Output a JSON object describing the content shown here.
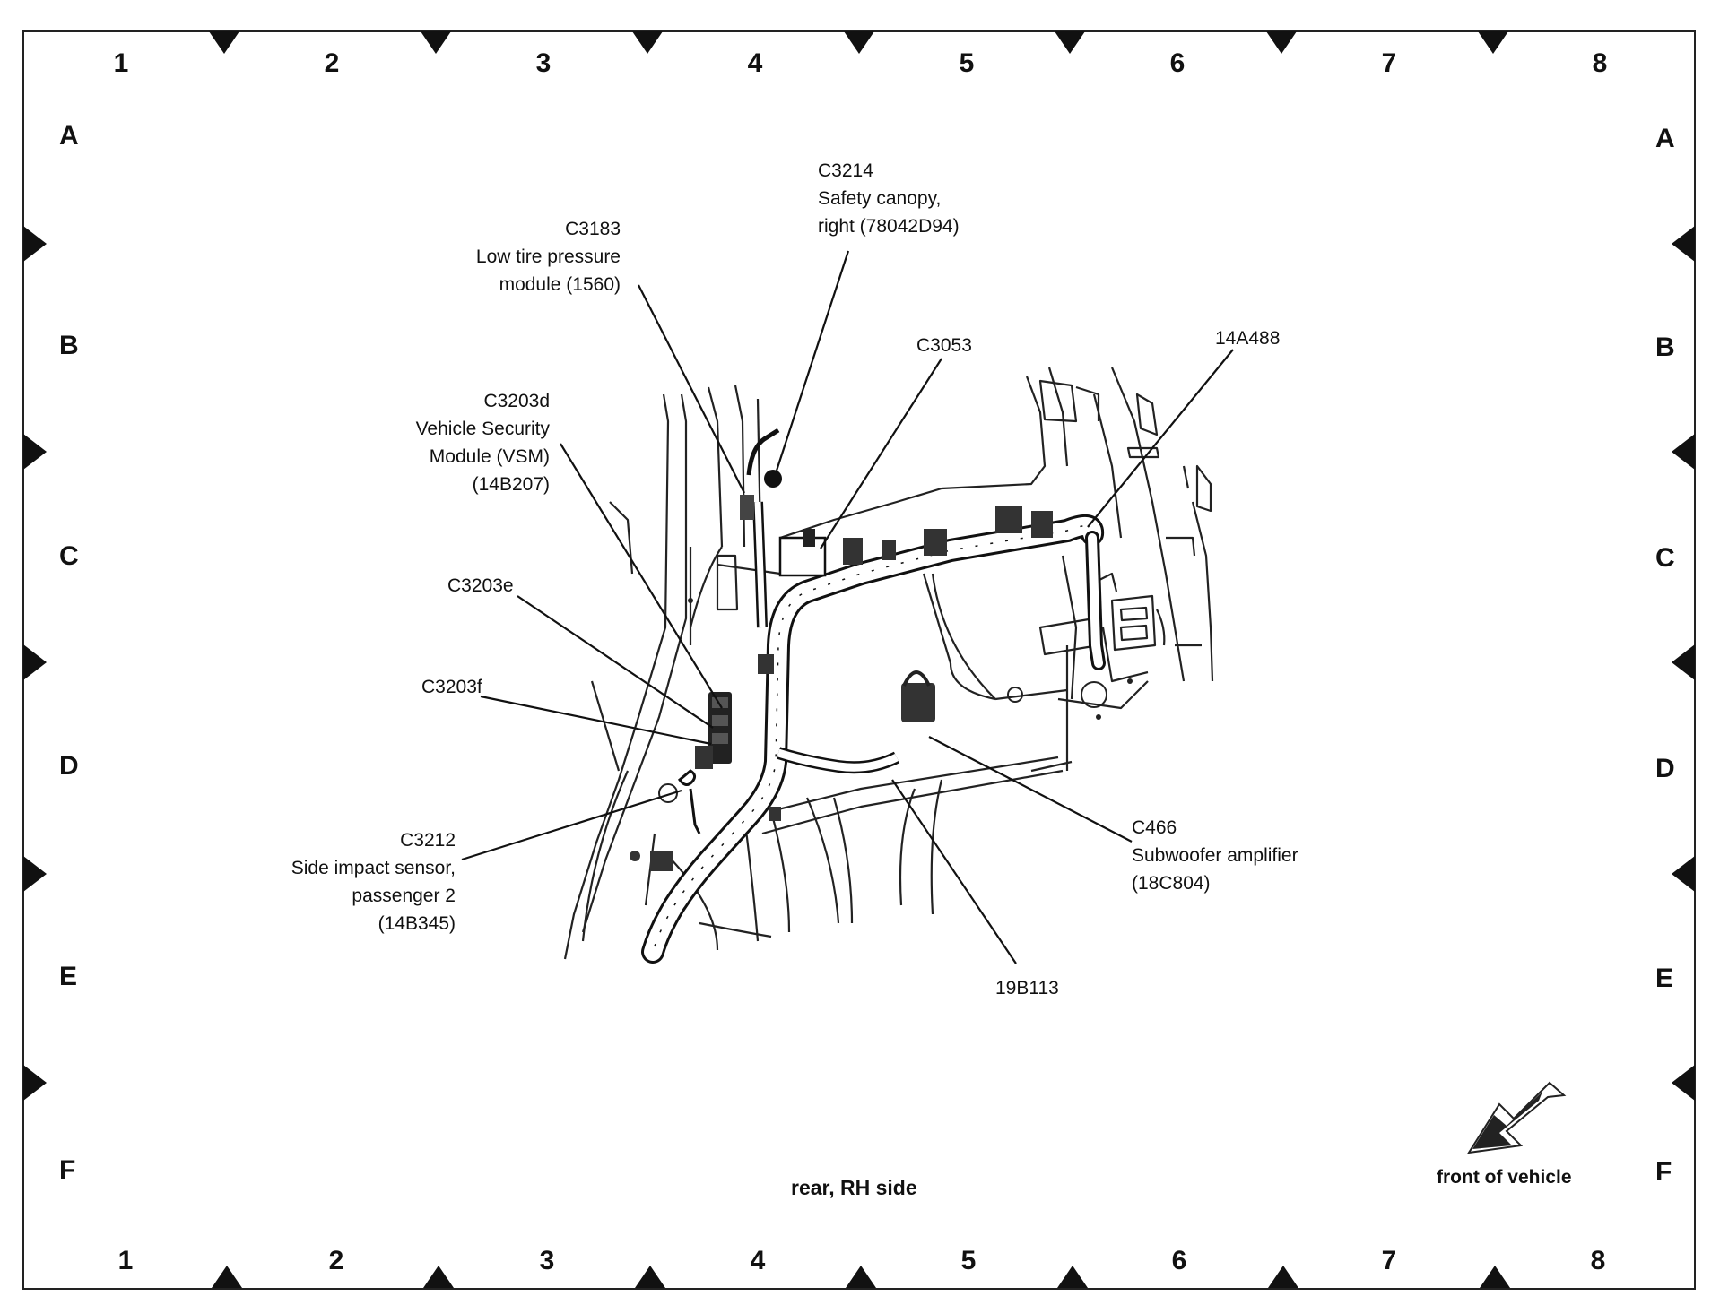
{
  "grid": {
    "columns": [
      "1",
      "2",
      "3",
      "4",
      "5",
      "6",
      "7",
      "8"
    ],
    "rows": [
      "A",
      "B",
      "C",
      "D",
      "E",
      "F"
    ]
  },
  "callouts": {
    "c3214": {
      "lines": [
        "C3214",
        "Safety canopy,",
        "right (78042D94)"
      ]
    },
    "c3183": {
      "lines": [
        "C3183",
        "Low tire pressure",
        "module (1560)"
      ]
    },
    "c3053": {
      "lines": [
        "C3053"
      ]
    },
    "a14a488": {
      "lines": [
        "14A488"
      ]
    },
    "c3203d": {
      "lines": [
        "C3203d",
        "Vehicle Security",
        "Module (VSM)",
        "(14B207)"
      ]
    },
    "c3203e": {
      "lines": [
        "C3203e"
      ]
    },
    "c3203f": {
      "lines": [
        "C3203f"
      ]
    },
    "c3212": {
      "lines": [
        "C3212",
        "Side impact sensor,",
        "passenger 2",
        "(14B345)"
      ]
    },
    "c466": {
      "lines": [
        "C466",
        "Subwoofer amplifier",
        "(18C804)"
      ]
    },
    "b19b113": {
      "lines": [
        "19B113"
      ]
    }
  },
  "caption": "rear, RH side",
  "front_label": "front of vehicle"
}
